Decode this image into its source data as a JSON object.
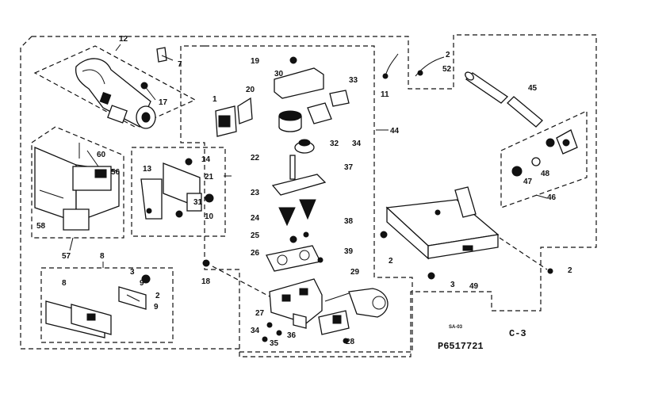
{
  "diagram": {
    "page_code": "C-3",
    "drawing_number": "P6517721",
    "small_mark": "SA-03",
    "callouts": {
      "c1": "1",
      "c2a": "2",
      "c2b": "2",
      "c2c": "2",
      "c2d": "2",
      "c3": "3",
      "c3b": "3",
      "c7": "7",
      "c8": "8",
      "c8b": "8",
      "c9": "9",
      "c9b": "9",
      "c10": "10",
      "c11": "11",
      "c12": "12",
      "c13": "13",
      "c14": "14",
      "c17": "17",
      "c18": "18",
      "c19": "19",
      "c20": "20",
      "c21": "21",
      "c22": "22",
      "c23": "23",
      "c24": "24",
      "c25": "25",
      "c26": "26",
      "c27": "27",
      "c28": "28",
      "c29": "29",
      "c30": "30",
      "c31": "31",
      "c32": "32",
      "c33": "33",
      "c34a": "34",
      "c34b": "34",
      "c35": "35",
      "c36": "36",
      "c37": "37",
      "c38": "38",
      "c39": "39",
      "c44": "44",
      "c45": "45",
      "c46": "46",
      "c47": "47",
      "c48": "48",
      "c49": "49",
      "c52": "52",
      "c56": "56",
      "c57": "57",
      "c58": "58",
      "c60": "60"
    }
  }
}
